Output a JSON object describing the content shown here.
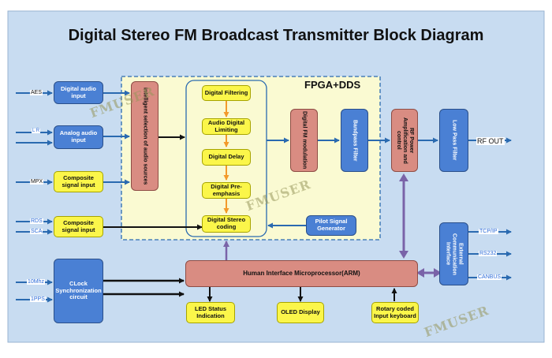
{
  "title": "Digital Stereo FM Broadcast Transmitter Block Diagram",
  "fpga_label": "FPGA+DDS",
  "inputs": {
    "aes": "AES",
    "lr": "L  R",
    "mpx": "MPX",
    "rds_sca": [
      "RDS",
      "SCA"
    ],
    "clk_10mhz": "10Mhz",
    "pps": "1PPS"
  },
  "left_blocks": {
    "digital_audio_input": "Digital audio input",
    "analog_audio_input": "Analog audio input",
    "composite_signal_input_1": "Composite signal input",
    "composite_signal_input_2": "Composite signal input",
    "clock_sync": "CLock Synchronization circuit"
  },
  "intelligent_selection": "Intelligent selection of audio sources",
  "dsp_chain": {
    "filtering": "Digital Filtering",
    "limiting": "Audio Digital Limiting",
    "delay": "Digital Delay",
    "pre_emphasis": "Digital Pre-emphasis",
    "stereo_coding": "Digital Stereo coding"
  },
  "fm_modulation": "Digital FM modulation",
  "bandpass_filter": "Bandpass Filter",
  "rf_power": "RF Power Amplification and control",
  "low_pass_filter": "Low Pass Filter",
  "rf_out": "RF OUT",
  "pilot_signal": "Pilot Signal Generator",
  "hmi": "Human Interface Microprocessor(ARM)",
  "ext_comm": "External Communication Interface",
  "ext_ports": [
    "TCP/IP",
    "RS232",
    "CANBUS"
  ],
  "bottom_blocks": {
    "led": "LED Status Indication",
    "oled": "OLED Display",
    "keyboard": "Rotary coded Input keyboard"
  },
  "watermark": "FMUSER",
  "colors": {
    "background": "#c8dcf1",
    "fpga_region": "#fafad2",
    "blue_block": "#4a80d4",
    "yellow_block": "#fbf64a",
    "red_block": "#d98c82",
    "arrow": "#2a6ab0",
    "bus": "#7a63a8"
  }
}
